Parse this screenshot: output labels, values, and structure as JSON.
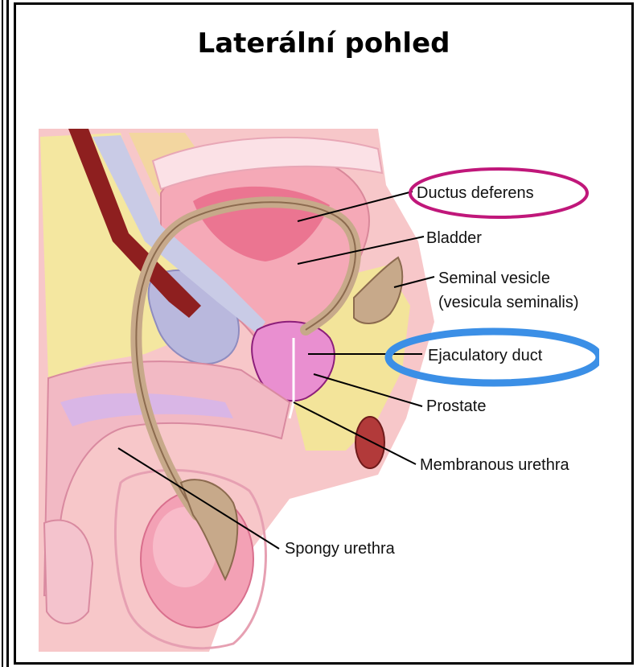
{
  "title": "Laterální pohled",
  "labels": {
    "ductus_deferens": "Ductus deferens",
    "bladder": "Bladder",
    "seminal_vesicle": "Seminal vesicle",
    "seminal_vesicle_latin": "(vesicula seminalis)",
    "ejaculatory_duct": "Ejaculatory duct",
    "prostate": "Prostate",
    "membranous_urethra": "Membranous urethra",
    "spongy_urethra": "Spongy urethra"
  },
  "highlights": {
    "ductus_deferens_ring": "#c0177a",
    "ejaculatory_duct_ring": "#3b8fe6"
  }
}
